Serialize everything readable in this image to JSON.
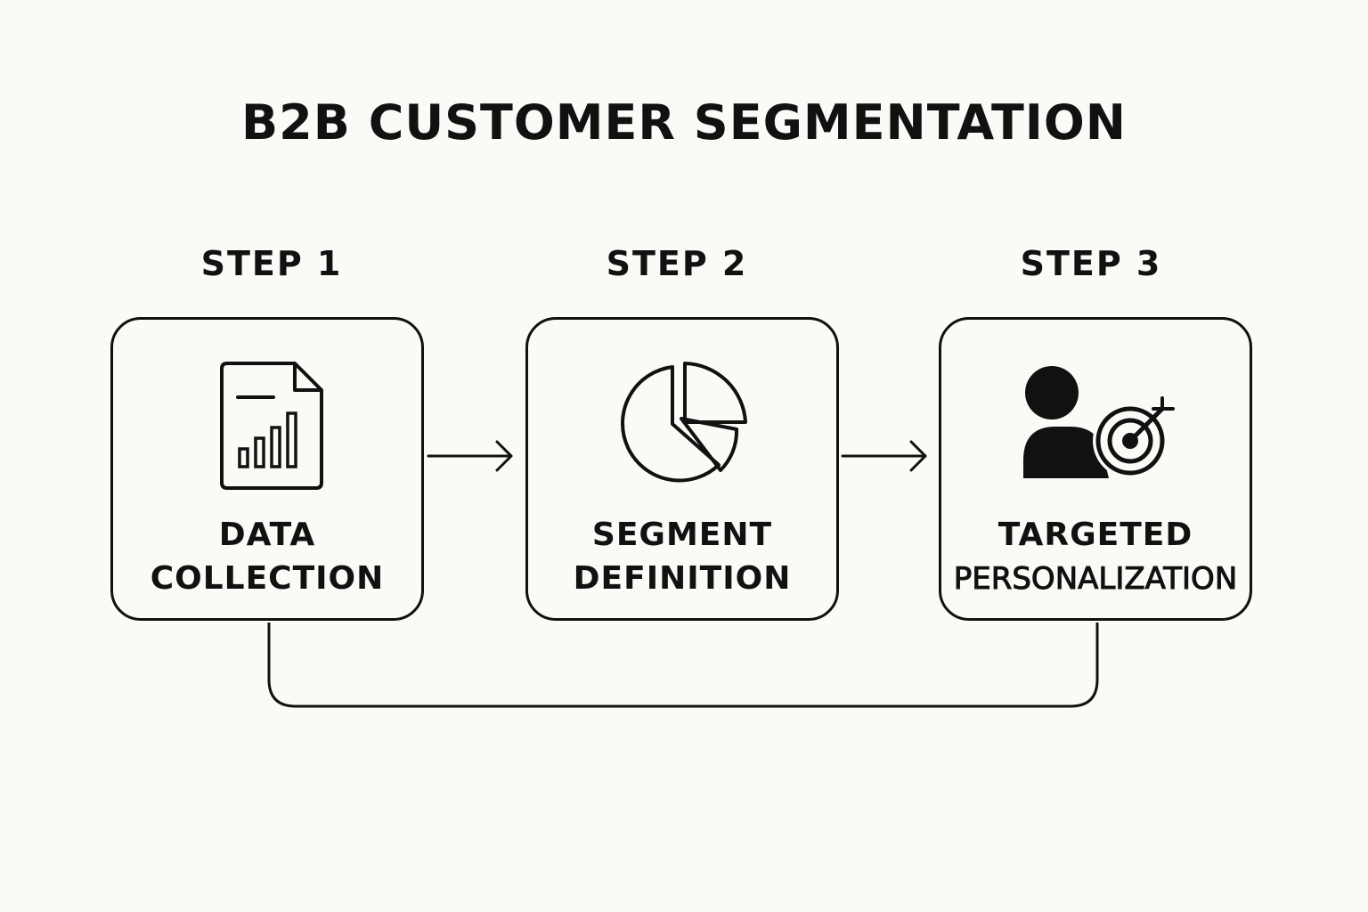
{
  "title": "B2B CUSTOMER SEGMENTATION",
  "steps": [
    {
      "label": "STEP 1",
      "line1": "DATA",
      "line2": "COLLECTION",
      "icon": "document-chart-icon"
    },
    {
      "label": "STEP 2",
      "line1": "SEGMENT",
      "line2": "DEFINITION",
      "icon": "pie-chart-icon"
    },
    {
      "label": "STEP 3",
      "line1": "TARGETED",
      "line2": "PERSONALIZATION",
      "icon": "person-target-icon"
    }
  ],
  "colors": {
    "background": "#fbfaf7",
    "ink": "#111111"
  }
}
